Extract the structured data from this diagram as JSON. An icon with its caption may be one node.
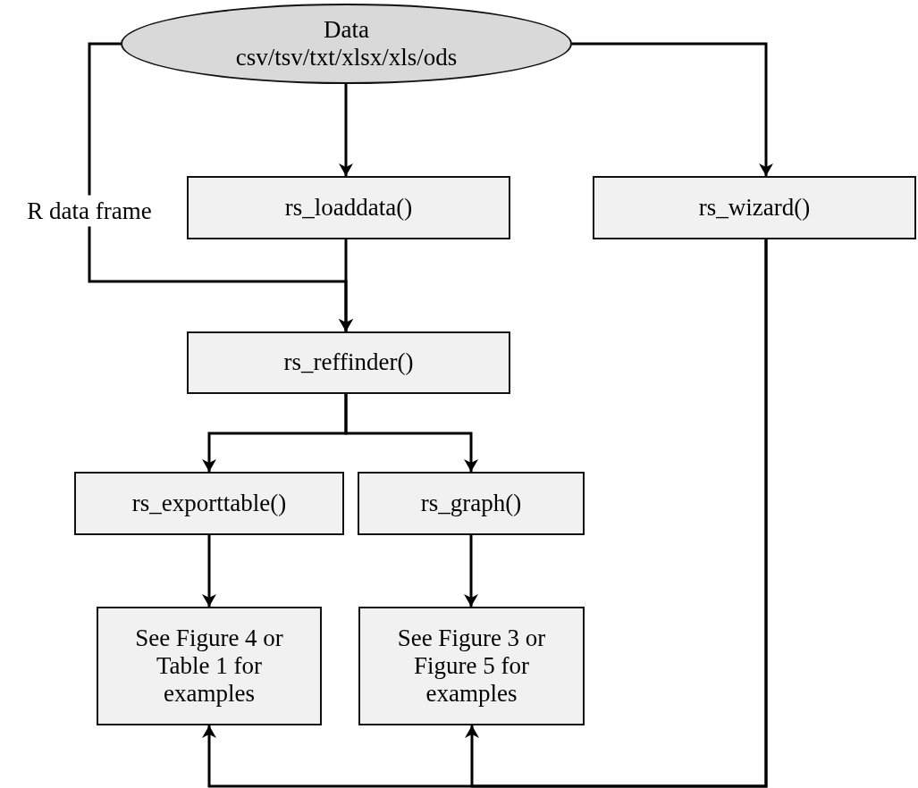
{
  "diagram": {
    "nodes": [
      {
        "text": [
          "Data",
          "csv/tsv/txt/xlsx/xls/ods"
        ]
      },
      {
        "text": [
          "rs_loaddata()"
        ]
      },
      {
        "text": [
          "rs_wizard()"
        ]
      },
      {
        "text": [
          "rs_reffinder()"
        ]
      },
      {
        "text": [
          "rs_exporttable()"
        ]
      },
      {
        "text": [
          "rs_graph()"
        ]
      },
      {
        "text": [
          "See Figure 4 or Table 1 for examples"
        ]
      },
      {
        "text": [
          "See Figure 3 or Figure 5 for examples"
        ]
      }
    ],
    "edges": [
      {
        "from": 0,
        "to": 1,
        "arrow": "to"
      },
      {
        "from": 0,
        "to": 3,
        "arrow": "to",
        "label": "R data frame"
      },
      {
        "from": 1,
        "to": 3,
        "arrow": "to"
      },
      {
        "from": 0,
        "to": 2,
        "arrow": "to"
      },
      {
        "from": 3,
        "to": 4,
        "arrow": "to"
      },
      {
        "from": 3,
        "to": 5,
        "arrow": "to"
      },
      {
        "from": 4,
        "to": 6,
        "arrow": "to"
      },
      {
        "from": 5,
        "to": 7,
        "arrow": "to"
      },
      {
        "from": 2,
        "to": 6,
        "arrow": "to"
      },
      {
        "from": 2,
        "to": 7,
        "arrow": "to"
      }
    ]
  }
}
